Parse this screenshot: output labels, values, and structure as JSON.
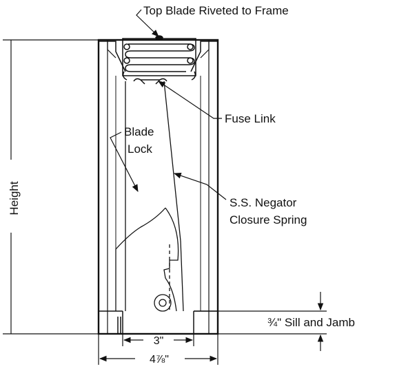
{
  "colors": {
    "ink": "#111111",
    "background": "#ffffff"
  },
  "labels": {
    "top_blade": "Top Blade Riveted to Frame",
    "fuse_link": "Fuse Link",
    "blade_lock_line1": "Blade",
    "blade_lock_line2": "Lock",
    "negator_line1": "S.S. Negator",
    "negator_line2": "Closure Spring",
    "sill_jamb": "¾\" Sill and Jamb",
    "height": "Height"
  },
  "dimensions": {
    "inner_width": "3\"",
    "outer_width": "4⅞\""
  }
}
